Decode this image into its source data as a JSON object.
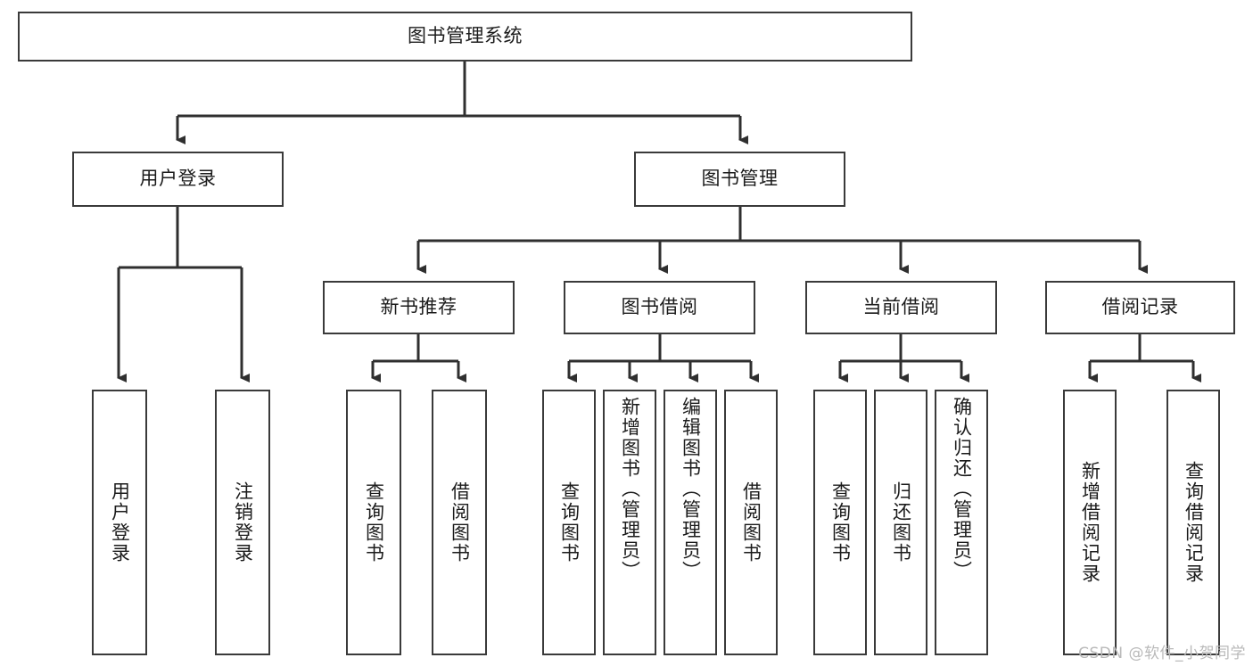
{
  "diagram": {
    "title": "图书管理系统",
    "watermark": "CSDN @软件_小贺同学",
    "colors": {
      "box_border": "#3a3a3a",
      "connector": "#2f2f2f",
      "text": "#1b1b1b",
      "background": "#ffffff",
      "watermark": "#b9b9b9"
    },
    "root": {
      "label": "图书管理系统"
    },
    "level1": [
      {
        "label": "用户登录"
      },
      {
        "label": "图书管理"
      }
    ],
    "level2": [
      {
        "label": "新书推荐"
      },
      {
        "label": "图书借阅"
      },
      {
        "label": "当前借阅"
      },
      {
        "label": "借阅记录"
      }
    ],
    "leaves": {
      "user_login": [
        {
          "label": "用户登录"
        },
        {
          "label": "注销登录"
        }
      ],
      "new_book_recommend": [
        {
          "label": "查询图书"
        },
        {
          "label": "借阅图书"
        }
      ],
      "book_borrow": [
        {
          "label": "查询图书"
        },
        {
          "label": "新增图书（管理员）"
        },
        {
          "label": "编辑图书（管理员）"
        },
        {
          "label": "借阅图书"
        }
      ],
      "current_borrow": [
        {
          "label": "查询图书"
        },
        {
          "label": "归还图书"
        },
        {
          "label": "确认归还（管理员）"
        }
      ],
      "borrow_record": [
        {
          "label": "新增借阅记录"
        },
        {
          "label": "查询借阅记录"
        }
      ]
    }
  }
}
